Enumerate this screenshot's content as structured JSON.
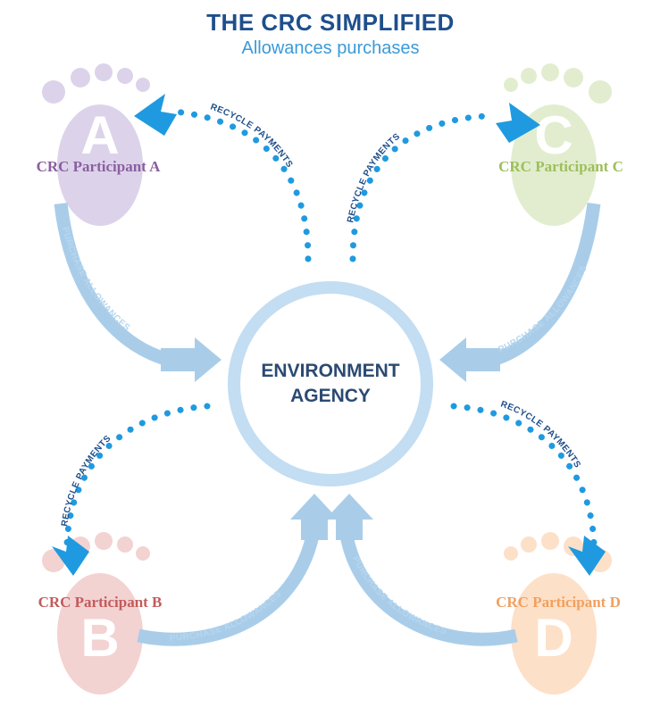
{
  "title": "THE CRC SIMPLIFIED",
  "subtitle": "Allowances purchases",
  "center": {
    "line1": "ENVIRONMENT",
    "line2": "AGENCY"
  },
  "participants": {
    "a": {
      "label": "CRC Participant A",
      "letter": "A",
      "color": "#8a5fa0",
      "foot_color": "#dcd3ea"
    },
    "b": {
      "label": "CRC Participant B",
      "letter": "B",
      "color": "#c25b5b",
      "foot_color": "#f3d2d2"
    },
    "c": {
      "label": "CRC Participant C",
      "letter": "C",
      "color": "#9dbf5a",
      "foot_color": "#e2edcf"
    },
    "d": {
      "label": "CRC Participant D",
      "letter": "D",
      "color": "#f0a060",
      "foot_color": "#fde0c8"
    }
  },
  "flows": {
    "recycle_label": "RECYCLE PAYMENTS",
    "purchase_label": "PURCHASE ALLOWANCES"
  },
  "colors": {
    "dark_blue": "#1e4f8c",
    "bright_blue": "#1f9ae0",
    "light_blue": "#a9cde9",
    "circle_ring": "#c3ddf2"
  }
}
